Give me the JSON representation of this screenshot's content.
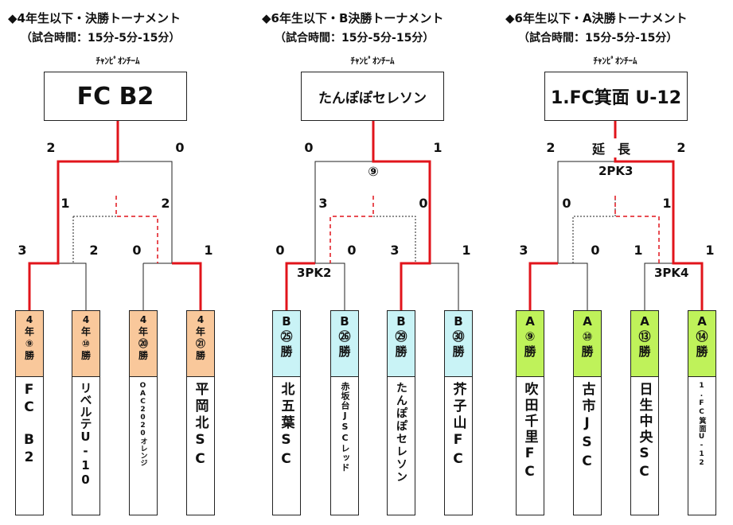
{
  "brackets": [
    {
      "title": "◆4年生以下・決勝トーナメント",
      "subtitle": "（試合時間：15分-5分-15分）",
      "champion_label": "ﾁｬﾝﾋﾟｵﾝﾁｰﾑ",
      "champion": "FC B2",
      "final_scores": [
        "2",
        "0"
      ],
      "extra_label": "",
      "final_pk": "",
      "semi_scores": [
        "1",
        "2"
      ],
      "first_scores": [
        "3",
        "2",
        "0",
        "1"
      ],
      "left_pk": "",
      "right_pk": "",
      "seeds": [
        {
          "lines": [
            "4",
            "年",
            "⑨",
            "勝"
          ],
          "team": "FC　B2"
        },
        {
          "lines": [
            "4",
            "年",
            "⑩",
            "勝"
          ],
          "team": "リベルテU-10"
        },
        {
          "lines": [
            "4",
            "年",
            "⑳",
            "勝"
          ],
          "team": "OAC2020オレンジ"
        },
        {
          "lines": [
            "4",
            "年",
            "㉑",
            "勝"
          ],
          "team": "平岡北SC"
        }
      ]
    },
    {
      "title": "◆6年生以下・B決勝トーナメント",
      "subtitle": "（試合時間：15分-5分-15分）",
      "champion_label": "ﾁｬﾝﾋﾟｵﾝﾁｰﾑ",
      "champion": "たんぽぽセレソン",
      "final_scores": [
        "0",
        "1"
      ],
      "extra_label": "⑨",
      "final_pk": "",
      "semi_scores": [
        "3",
        "0"
      ],
      "first_scores": [
        "0",
        "0",
        "3",
        "1"
      ],
      "left_pk": "3PK2",
      "right_pk": "",
      "seeds": [
        {
          "lines": [
            "B",
            "㉕",
            "勝"
          ],
          "team": "北五葉SC"
        },
        {
          "lines": [
            "B",
            "㉖",
            "勝"
          ],
          "team": "赤坂台JSCレッド"
        },
        {
          "lines": [
            "B",
            "㉙",
            "勝"
          ],
          "team": "たんぽぽセレソン"
        },
        {
          "lines": [
            "B",
            "㉚",
            "勝"
          ],
          "team": "芥子山FC"
        }
      ]
    },
    {
      "title": "◆6年生以下・A決勝トーナメント",
      "subtitle": "（試合時間：15分-5分-15分）",
      "champion_label": "ﾁｬﾝﾋﾟｵﾝﾁｰﾑ",
      "champion": "1.FC箕面 U-12",
      "final_scores": [
        "2",
        "2"
      ],
      "extra_label": "延　長",
      "final_pk": "2PK3",
      "semi_scores": [
        "0",
        "1"
      ],
      "first_scores": [
        "3",
        "0",
        "1",
        "1"
      ],
      "left_pk": "",
      "right_pk": "3PK4",
      "seeds": [
        {
          "lines": [
            "A",
            "⑨",
            "勝"
          ],
          "team": "吹田千里FC"
        },
        {
          "lines": [
            "A",
            "⑩",
            "勝"
          ],
          "team": "古市JSC"
        },
        {
          "lines": [
            "A",
            "⑬",
            "勝"
          ],
          "team": "日生中央SC"
        },
        {
          "lines": [
            "A",
            "⑭",
            "勝"
          ],
          "team": "1.FC箕面U-12"
        }
      ]
    }
  ],
  "colors": {
    "winner_line": "#e1141b",
    "line": "#222222",
    "seed_4th": "#f9c89b",
    "seed_b": "#c9f3f6",
    "seed_a": "#bff25a"
  }
}
